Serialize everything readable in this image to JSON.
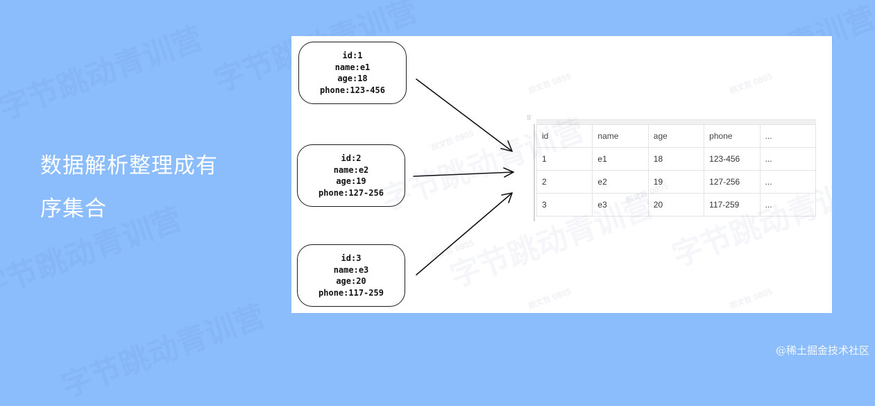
{
  "headline": {
    "line1": "数据解析整理成有",
    "line2": "序集合"
  },
  "records": [
    {
      "id": "id:1",
      "name": "name:e1",
      "age": "age:18",
      "phone": "phone:123-456"
    },
    {
      "id": "id:2",
      "name": "name:e2",
      "age": "age:19",
      "phone": "phone:127-256"
    },
    {
      "id": "id:3",
      "name": "name:e3",
      "age": "age:20",
      "phone": "phone:117-259"
    }
  ],
  "table": {
    "headers": [
      "id",
      "name",
      "age",
      "phone",
      "..."
    ],
    "rows": [
      [
        "1",
        "e1",
        "18",
        "123-456",
        "..."
      ],
      [
        "2",
        "e2",
        "19",
        "127-256",
        "..."
      ],
      [
        "3",
        "e3",
        "20",
        "117-259",
        "..."
      ]
    ]
  },
  "watermark": {
    "brand": "字节跳动青训营",
    "user": "颜文哲 0805"
  },
  "credit": "@稀土掘金技术社区"
}
